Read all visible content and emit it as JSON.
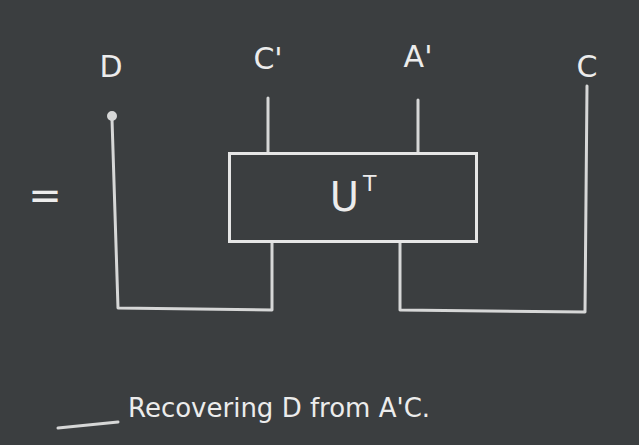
{
  "diagram": {
    "caption": "Recovering D from A'C.",
    "nodes": [
      {
        "text": [
          "U",
          "T"
        ]
      }
    ],
    "labels": [
      "=",
      "D",
      "C'",
      "A'",
      "C"
    ]
  }
}
